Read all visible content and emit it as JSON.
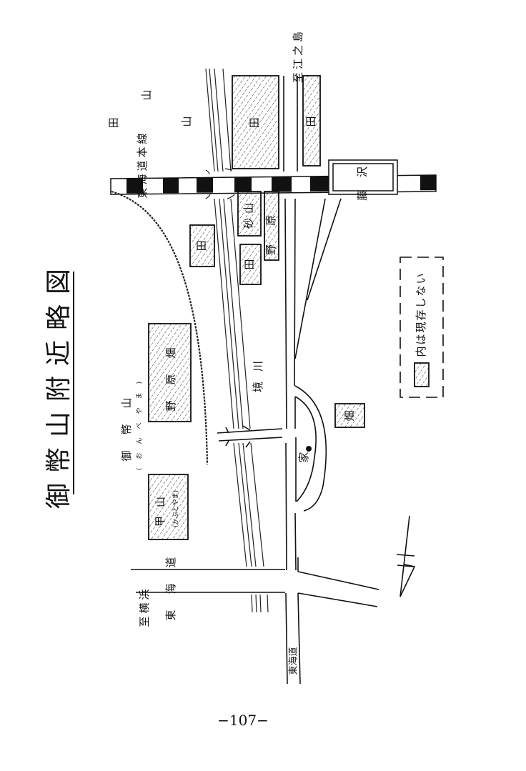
{
  "title": "御幣山附近略図",
  "labels": {
    "to_enoshima": "至江之島",
    "field_ta_1": "田",
    "mountain_1": "山",
    "mountain_2": "山",
    "tokaido_main_line": "東海道本線",
    "station": "藤沢",
    "rice_large": "田",
    "rice_small": "田",
    "sunayama": "砂山",
    "nohara_1": "野原",
    "rice_below_1": "田",
    "rice_below_2": "田",
    "sakai_river": "境川",
    "nohara_hatake": "野原畑",
    "onbeyama": "御幣山",
    "onbeyama_ruby": "(おんべやま)",
    "kabutoyama": "甲山",
    "kabutoyama_ruby": "(かぶとやま)",
    "house": "家",
    "hatake": "畑",
    "tokaido_road": "東海道",
    "to_yokohama": "至横浜",
    "tokaido_road_south": "東海道"
  },
  "legend": {
    "text": "内は現存しない"
  },
  "page_number": "−107−"
}
